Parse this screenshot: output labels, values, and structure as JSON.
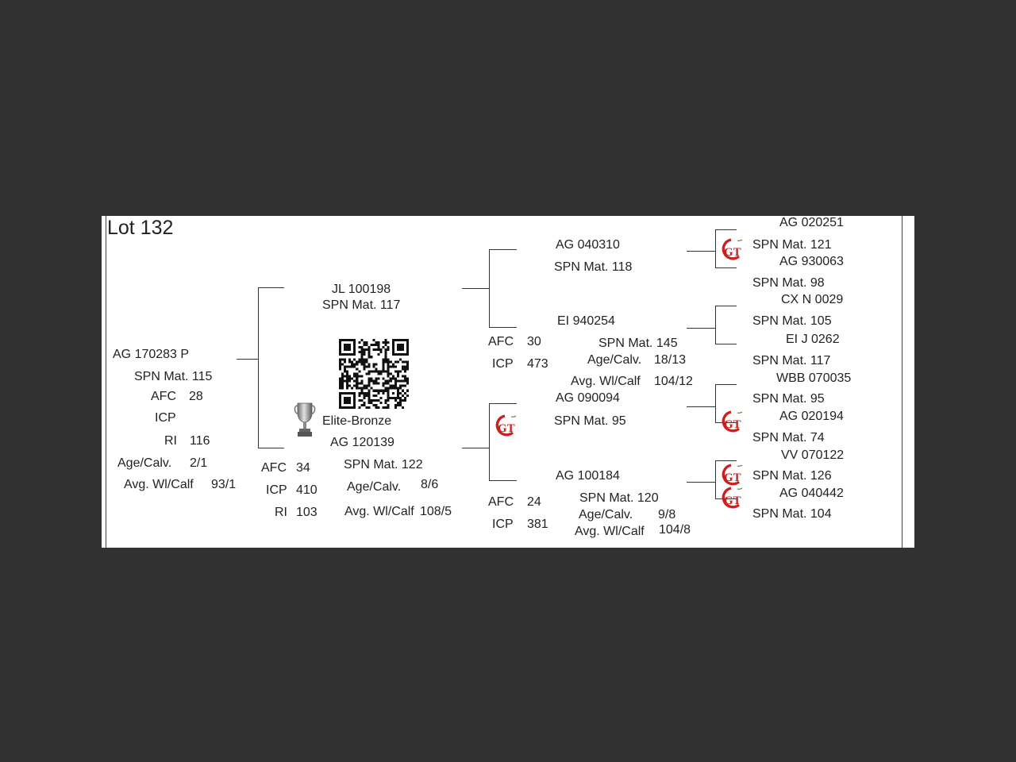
{
  "lot": {
    "title": "Lot 132"
  },
  "animal": {
    "id": "AG  170283  P",
    "spn": "SPN Mat. 115",
    "afc_label": "AFC",
    "afc_value": "28",
    "icp_label": "ICP",
    "ri_label": "RI",
    "ri_value": "116",
    "age_label": "Age/Calv.",
    "age_value": "2/1",
    "wl_label": "Avg. Wl/Calf",
    "wl_value": "93/1"
  },
  "sire": {
    "id": "JL  100198",
    "spn": "SPN Mat. 117"
  },
  "dam": {
    "award": "Elite-Bronze",
    "id": "AG  120139",
    "spn": "SPN Mat. 122",
    "afc_label": "AFC",
    "afc_value": "34",
    "icp_label": "ICP",
    "icp_value": "410",
    "ri_label": "RI",
    "ri_value": "103",
    "age_label": "Age/Calv.",
    "age_value": "8/6",
    "wl_label": "Avg. Wl/Calf",
    "wl_value": "108/5"
  },
  "gen2": {
    "ss": {
      "id": "AG  040310",
      "spn": "SPN Mat. 118"
    },
    "sd": {
      "id": "EI  940254",
      "spn": "SPN Mat. 145",
      "afc_label": "AFC",
      "afc_value": "30",
      "icp_label": "ICP",
      "icp_value": "473",
      "age_label": "Age/Calv.",
      "age_value": "18/13",
      "wl_label": "Avg. Wl/Calf",
      "wl_value": "104/12"
    },
    "ds": {
      "id": "AG  090094",
      "spn": "SPN Mat. 95"
    },
    "dd": {
      "id": "AG  100184",
      "spn": "SPN Mat. 120",
      "afc_label": "AFC",
      "afc_value": "24",
      "icp_label": "ICP",
      "icp_value": "381",
      "age_label": "Age/Calv.",
      "age_value": "9/8",
      "wl_label": "Avg. Wl/Calf",
      "wl_value": "104/8"
    }
  },
  "gen3": [
    {
      "id": "AG  020251",
      "spn": "SPN Mat. 121"
    },
    {
      "id": "AG  930063",
      "spn": "SPN Mat. 98"
    },
    {
      "id": "CX  N 0029",
      "spn": "SPN Mat. 105"
    },
    {
      "id": "EI  J 0262",
      "spn": "SPN Mat. 117"
    },
    {
      "id": "WBB  070035",
      "spn": "SPN Mat. 95"
    },
    {
      "id": "AG  020194",
      "spn": "SPN Mat. 74"
    },
    {
      "id": "VV  070122",
      "spn": "SPN Mat. 126"
    },
    {
      "id": "AG  040442",
      "spn": "SPN Mat. 104"
    }
  ],
  "logo_text": "GT",
  "icons": {
    "trophy": "trophy-icon",
    "qr": "qr-code",
    "logo": "gt-logo"
  }
}
